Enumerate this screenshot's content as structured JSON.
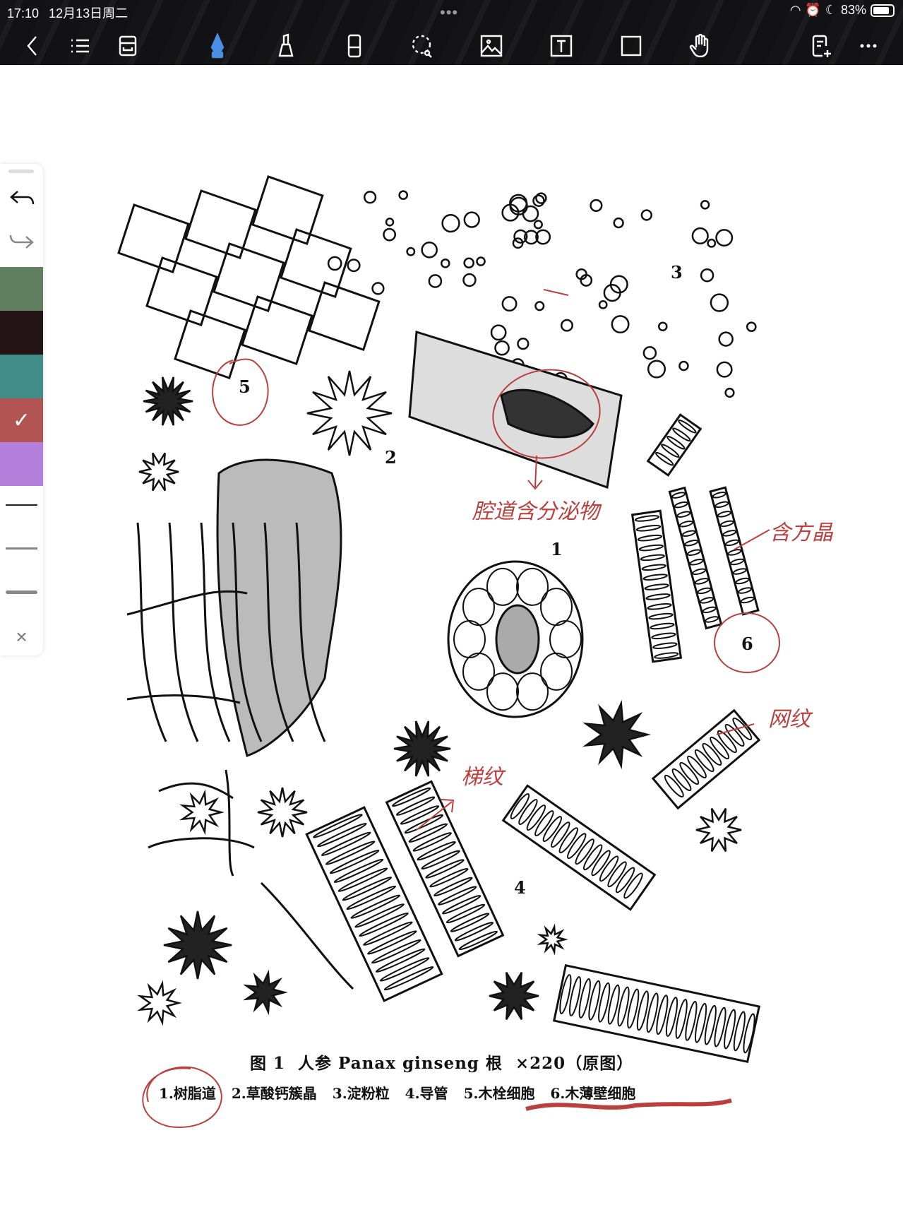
{
  "status_bar": {
    "time": "17:10",
    "date": "12月13日周二",
    "battery": "83%",
    "battery_level": 0.83
  },
  "toolbar": {
    "tools": [
      "back",
      "outline",
      "template",
      "pen",
      "highlighter",
      "eraser",
      "lasso",
      "image",
      "text",
      "shape",
      "hand",
      "add-page",
      "more"
    ],
    "active_tool": "pen",
    "active_color": "#4a90e2"
  },
  "sidebar": {
    "undo": "undo",
    "redo": "redo",
    "colors": [
      "#5f7f5e",
      "#241416",
      "#3f8c89",
      "#b25552",
      "#b27fdb"
    ],
    "selected_color_index": 3,
    "close": "×"
  },
  "figure": {
    "labels": [
      "1",
      "2",
      "3",
      "4",
      "5",
      "6"
    ],
    "caption": "图 1  人参 Panax ginseng 根  ×220（原图）",
    "legend": [
      "1.树脂道",
      "2.草酸钙簇晶",
      "3.淀粉粒",
      "4.导管",
      "5.木栓细胞",
      "6.木薄壁细胞"
    ]
  },
  "annotations": {
    "color": "#b9403c",
    "notes": [
      "腔道含分泌物",
      "含方晶",
      "网纹",
      "梯纹"
    ]
  }
}
